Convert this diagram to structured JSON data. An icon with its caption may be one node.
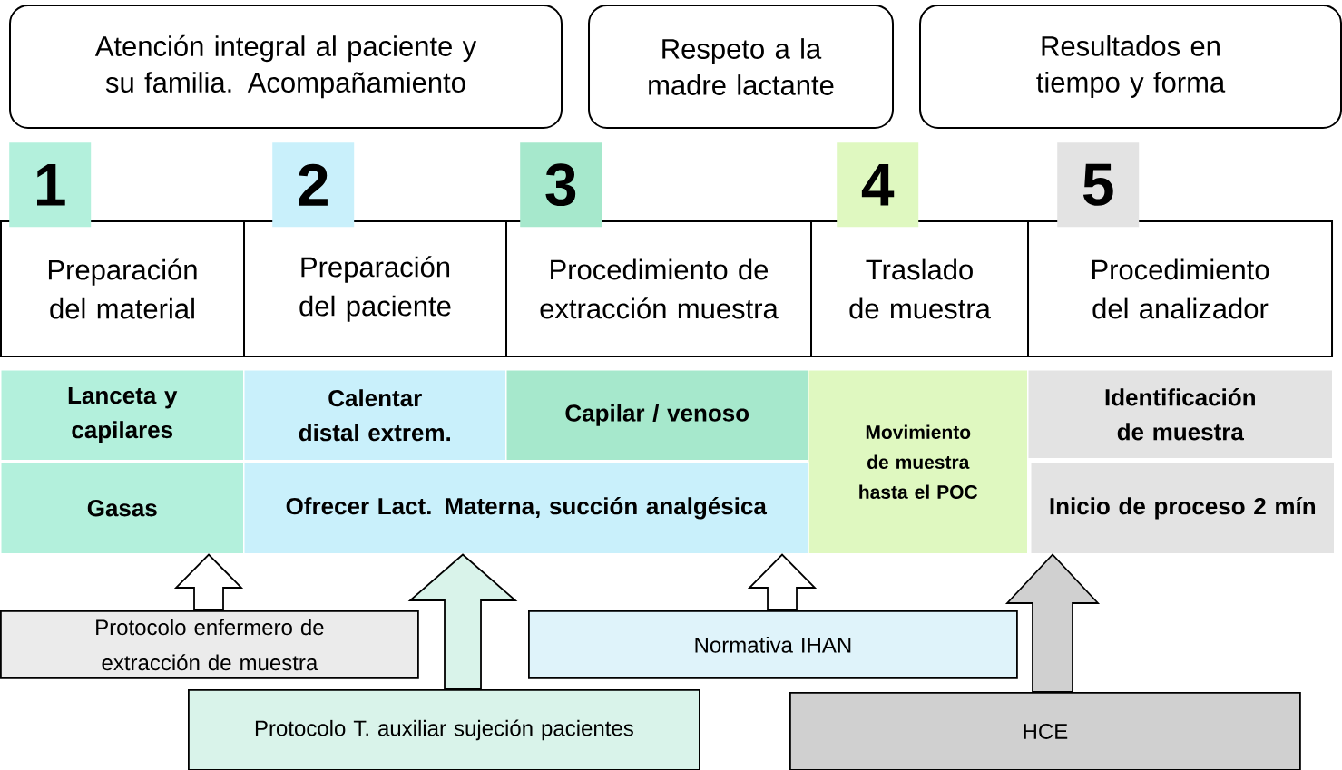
{
  "diagram": {
    "nodes": [
      {
        "text": [
          "Atención integral al paciente y su familia. Acompañamiento"
        ]
      },
      {
        "text": [
          "Respeto a la madre lactante"
        ]
      },
      {
        "text": [
          "Resultados en tiempo y forma"
        ]
      },
      {
        "text": [
          "1"
        ]
      },
      {
        "text": [
          "2"
        ]
      },
      {
        "text": [
          "3"
        ]
      },
      {
        "text": [
          "4"
        ]
      },
      {
        "text": [
          "5"
        ]
      },
      {
        "text": [
          "Preparación del material"
        ]
      },
      {
        "text": [
          "Preparación del paciente"
        ]
      },
      {
        "text": [
          "Procedimiento de extracción muestra"
        ]
      },
      {
        "text": [
          "Traslado de muestra"
        ]
      },
      {
        "text": [
          "Procedimiento del analizador"
        ]
      },
      {
        "text": [
          "Lanceta y capilares"
        ]
      },
      {
        "text": [
          "Calentar distal extrem."
        ]
      },
      {
        "text": [
          "Capilar / venoso"
        ]
      },
      {
        "text": [
          "Movimiento de muestra hasta el POC"
        ]
      },
      {
        "text": [
          "Identificación de muestra"
        ]
      },
      {
        "text": [
          "Gasas"
        ]
      },
      {
        "text": [
          "Ofrecer Lact. Materna, succión analgésica"
        ]
      },
      {
        "text": [
          "Inicio de proceso 2 mín"
        ]
      },
      {
        "text": [
          "Protocolo enfermero de extracción de muestra"
        ]
      },
      {
        "text": [
          "Normativa IHAN"
        ]
      },
      {
        "text": [
          "Protocolo T. auxiliar sujeción pacientes"
        ]
      },
      {
        "text": [
          "HCE"
        ]
      }
    ],
    "edges": [
      {
        "from": 21,
        "to": 18,
        "arrow": "to"
      },
      {
        "from": 23,
        "to": 19,
        "arrow": "to"
      },
      {
        "from": 22,
        "to": 19,
        "arrow": "to"
      },
      {
        "from": 24,
        "to": 20,
        "arrow": "to"
      }
    ]
  }
}
